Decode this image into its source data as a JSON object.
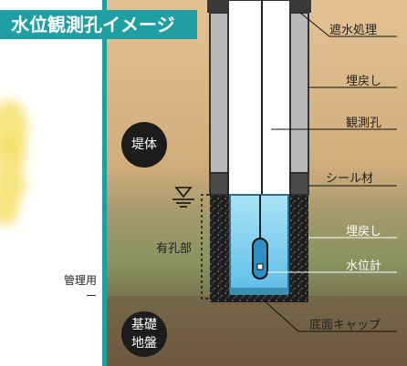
{
  "title": "水位観測孔イメージ",
  "left_caption": [
    "管理用",
    "ー"
  ],
  "circles": {
    "embankment": "堤体",
    "foundation": [
      "基礎",
      "地盤"
    ]
  },
  "labels": {
    "water_seal": "遮水処理",
    "backfill_upper": "埋戻し",
    "observation_hole": "観測孔",
    "seal_material": "シール材",
    "backfill_lower": "埋戻し",
    "water_level_gauge": "水位計",
    "bottom_cap": "底面キャップ",
    "perforated_section": "有孔部"
  },
  "colors": {
    "accent": "#1f9ea3",
    "soil_top": "#d9b98a",
    "soil_mid": "#c7a272",
    "soil_green": "#8d9a6a",
    "bedrock": "#7a6548",
    "water": "#8fd3f0",
    "pipe_gray": "#b9b9b9"
  },
  "icons": [
    "water-level-symbol-icon"
  ]
}
